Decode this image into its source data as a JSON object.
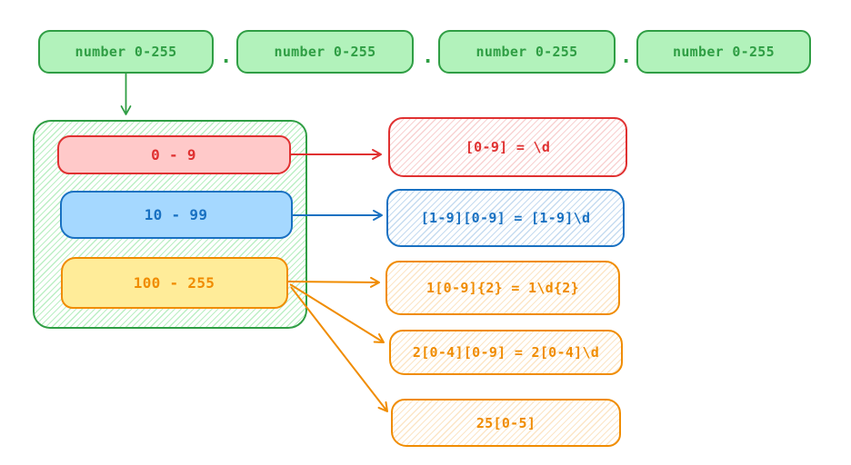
{
  "octet_row": {
    "boxes": [
      {
        "label": "number 0-255"
      },
      {
        "label": "number 0-255"
      },
      {
        "label": "number 0-255"
      },
      {
        "label": "number 0-255"
      }
    ],
    "separator": "."
  },
  "range_group": {
    "ranges": [
      {
        "label": "0 - 9"
      },
      {
        "label": "10 - 99"
      },
      {
        "label": "100 - 255"
      }
    ]
  },
  "patterns": [
    {
      "label": "[0-9] = \\d"
    },
    {
      "label": "[1-9][0-9] = [1-9]\\d"
    },
    {
      "label": "1[0-9]{2} = 1\\d{2}"
    },
    {
      "label": "2[0-4][0-9] = 2[0-4]\\d"
    },
    {
      "label": "25[0-5]"
    }
  ],
  "colors": {
    "green_stroke": "#2f9e44",
    "green_fill": "#b2f2bb",
    "red_stroke": "#e03131",
    "red_fill": "#ffc9c9",
    "blue_stroke": "#1971c2",
    "blue_fill": "#a5d8ff",
    "orange_stroke": "#f08c00",
    "orange_fill": "#ffec99",
    "background": "#ffffff"
  }
}
